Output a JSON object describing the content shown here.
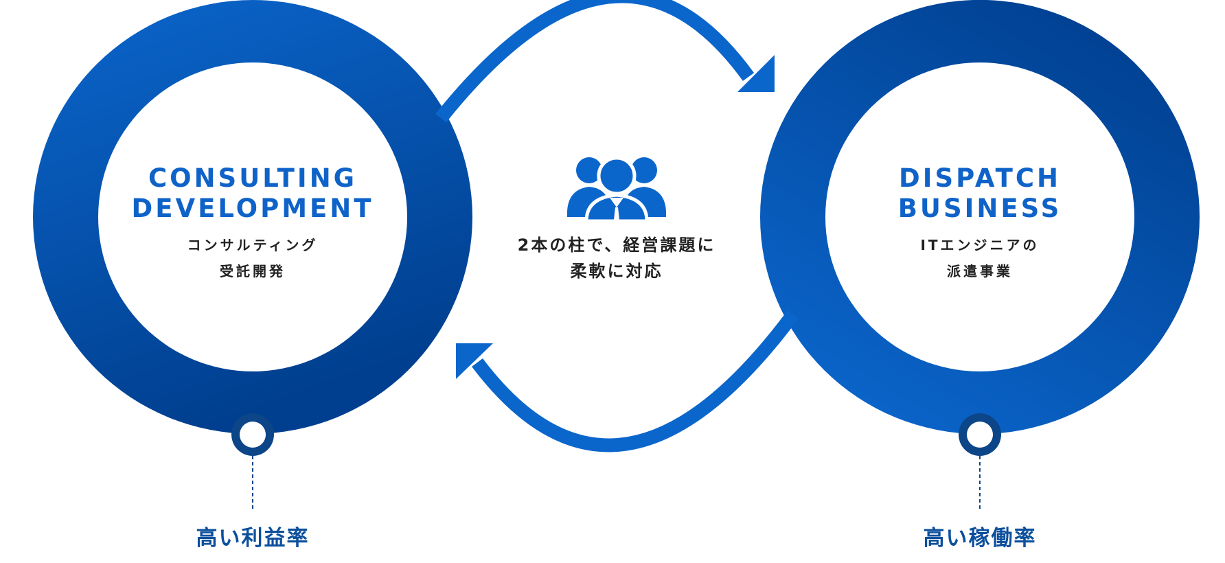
{
  "colors": {
    "ring_light": "#0b66cc",
    "ring_dark": "#003f8f",
    "arrow": "#0b66cc",
    "title_blue": "#0f63c8",
    "label_navy": "#0c4f9c",
    "text_dark": "#222222",
    "marker_ring": "#0c4588"
  },
  "left_node": {
    "title_line1": "CONSULTING",
    "title_line2": "DEVELOPMENT",
    "subtitle_line1": "コンサルティング",
    "subtitle_line2": "受託開発",
    "bottom_label": "高い利益率"
  },
  "right_node": {
    "title_line1": "DISPATCH",
    "title_line2": "BUSINESS",
    "subtitle_line1": "ITエンジニアの",
    "subtitle_line2": "派遣事業",
    "bottom_label": "高い稼働率"
  },
  "center": {
    "icon": "people-group-icon",
    "text_line1": "2本の柱で、経営課題に",
    "text_line2": "柔軟に対応"
  }
}
